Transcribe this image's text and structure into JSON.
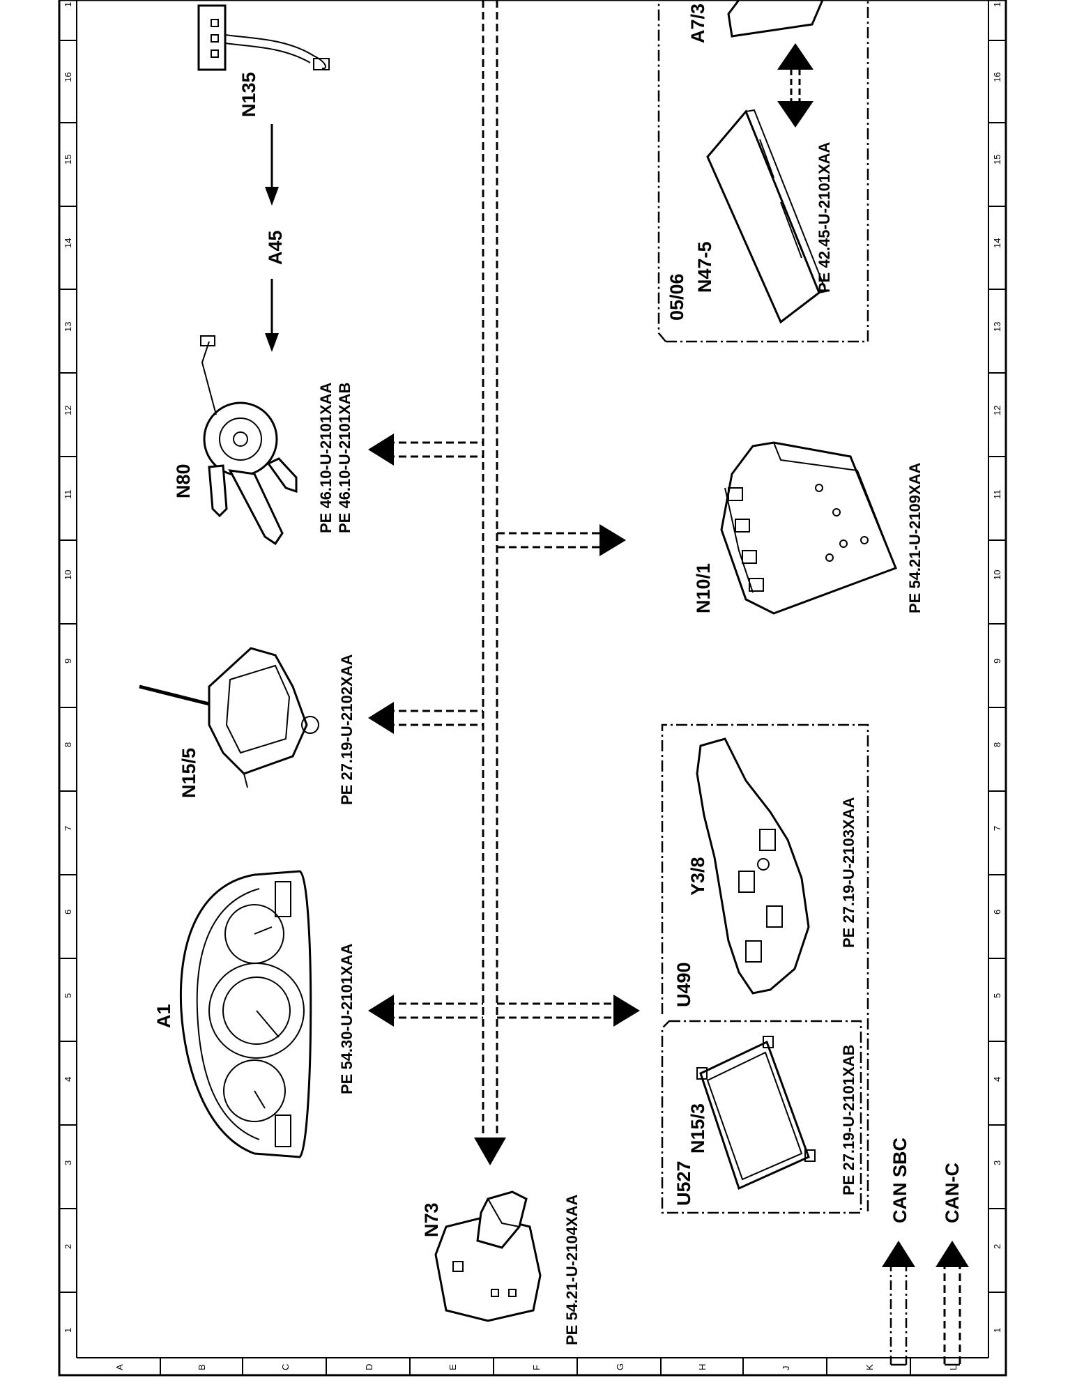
{
  "diagram": {
    "grid_numbers": [
      "1",
      "2",
      "3",
      "4",
      "5",
      "6",
      "7",
      "8",
      "9",
      "10",
      "11",
      "12",
      "13",
      "14",
      "15",
      "16",
      "1"
    ],
    "grid_letters": [
      "A",
      "B",
      "C",
      "D",
      "E",
      "F",
      "G",
      "H",
      "J",
      "K",
      "L"
    ],
    "components": {
      "a1": {
        "label": "A1",
        "ref": "PE  54.30-U-2101XAA"
      },
      "n15_5": {
        "label": "N15/5",
        "ref": "PE  27.19-U-2102XAA"
      },
      "n80": {
        "label": "N80",
        "ref_1": "PE  46.10-U-2101XAA",
        "ref_2": "PE  46.10-U-2101XAB"
      },
      "a45": {
        "label": "A45"
      },
      "n135": {
        "label": "N135"
      },
      "n73": {
        "label": "N73",
        "ref": "PE  54.21-U-2104XAA"
      },
      "n15_3": {
        "label": "N15/3",
        "ref": "PE  27.19-U-2101XAB"
      },
      "y3_8": {
        "label": "Y3/8",
        "ref": "PE  27.19-U-2103XAA"
      },
      "n10_1": {
        "label": "N10/1",
        "ref": "PE  54.21-U-2109XAA"
      },
      "n47_5": {
        "label": "N47-5",
        "ref": "PE  42.45-U-2101XAA"
      },
      "a7_3": {
        "label": "A7/3"
      }
    },
    "groups": {
      "u527": "U527",
      "u490": "U490",
      "from_date": "05/06"
    },
    "legend": {
      "can_sbc": "CAN SBC",
      "can_c": "CAN-C"
    }
  }
}
